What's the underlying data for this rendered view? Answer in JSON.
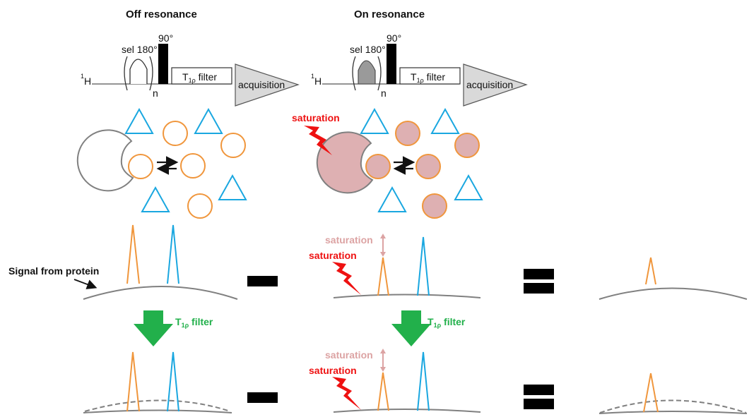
{
  "panels": {
    "off": {
      "title": "Off resonance"
    },
    "on": {
      "title": "On resonance"
    }
  },
  "pulse_sequence": {
    "nucleus_sup": "1",
    "nucleus": "H",
    "sel_pulse": "sel 180°",
    "hard_pulse": "90°",
    "repeat": "n",
    "filter_T": "T",
    "filter_sub": "1ρ",
    "filter_rest": " filter",
    "acquisition": "acquisition"
  },
  "labels": {
    "saturation": "saturation",
    "signal_from_protein": "Signal from protein",
    "t1rho_T": "T",
    "t1rho_sub": "1ρ",
    "t1rho_rest": " filter"
  },
  "colors": {
    "ligand_orange": "#f0963c",
    "nonbinder_blue": "#1aa7e0",
    "saturated_fill": "#deb0b2",
    "protein_gray": "#808080",
    "saturation_red": "#ee1111",
    "saturation_pink": "#dca3a3",
    "filter_green": "#22b04b"
  },
  "operators": {
    "row1": [
      "minus",
      "equals"
    ],
    "row2": [
      "minus",
      "equals"
    ]
  }
}
